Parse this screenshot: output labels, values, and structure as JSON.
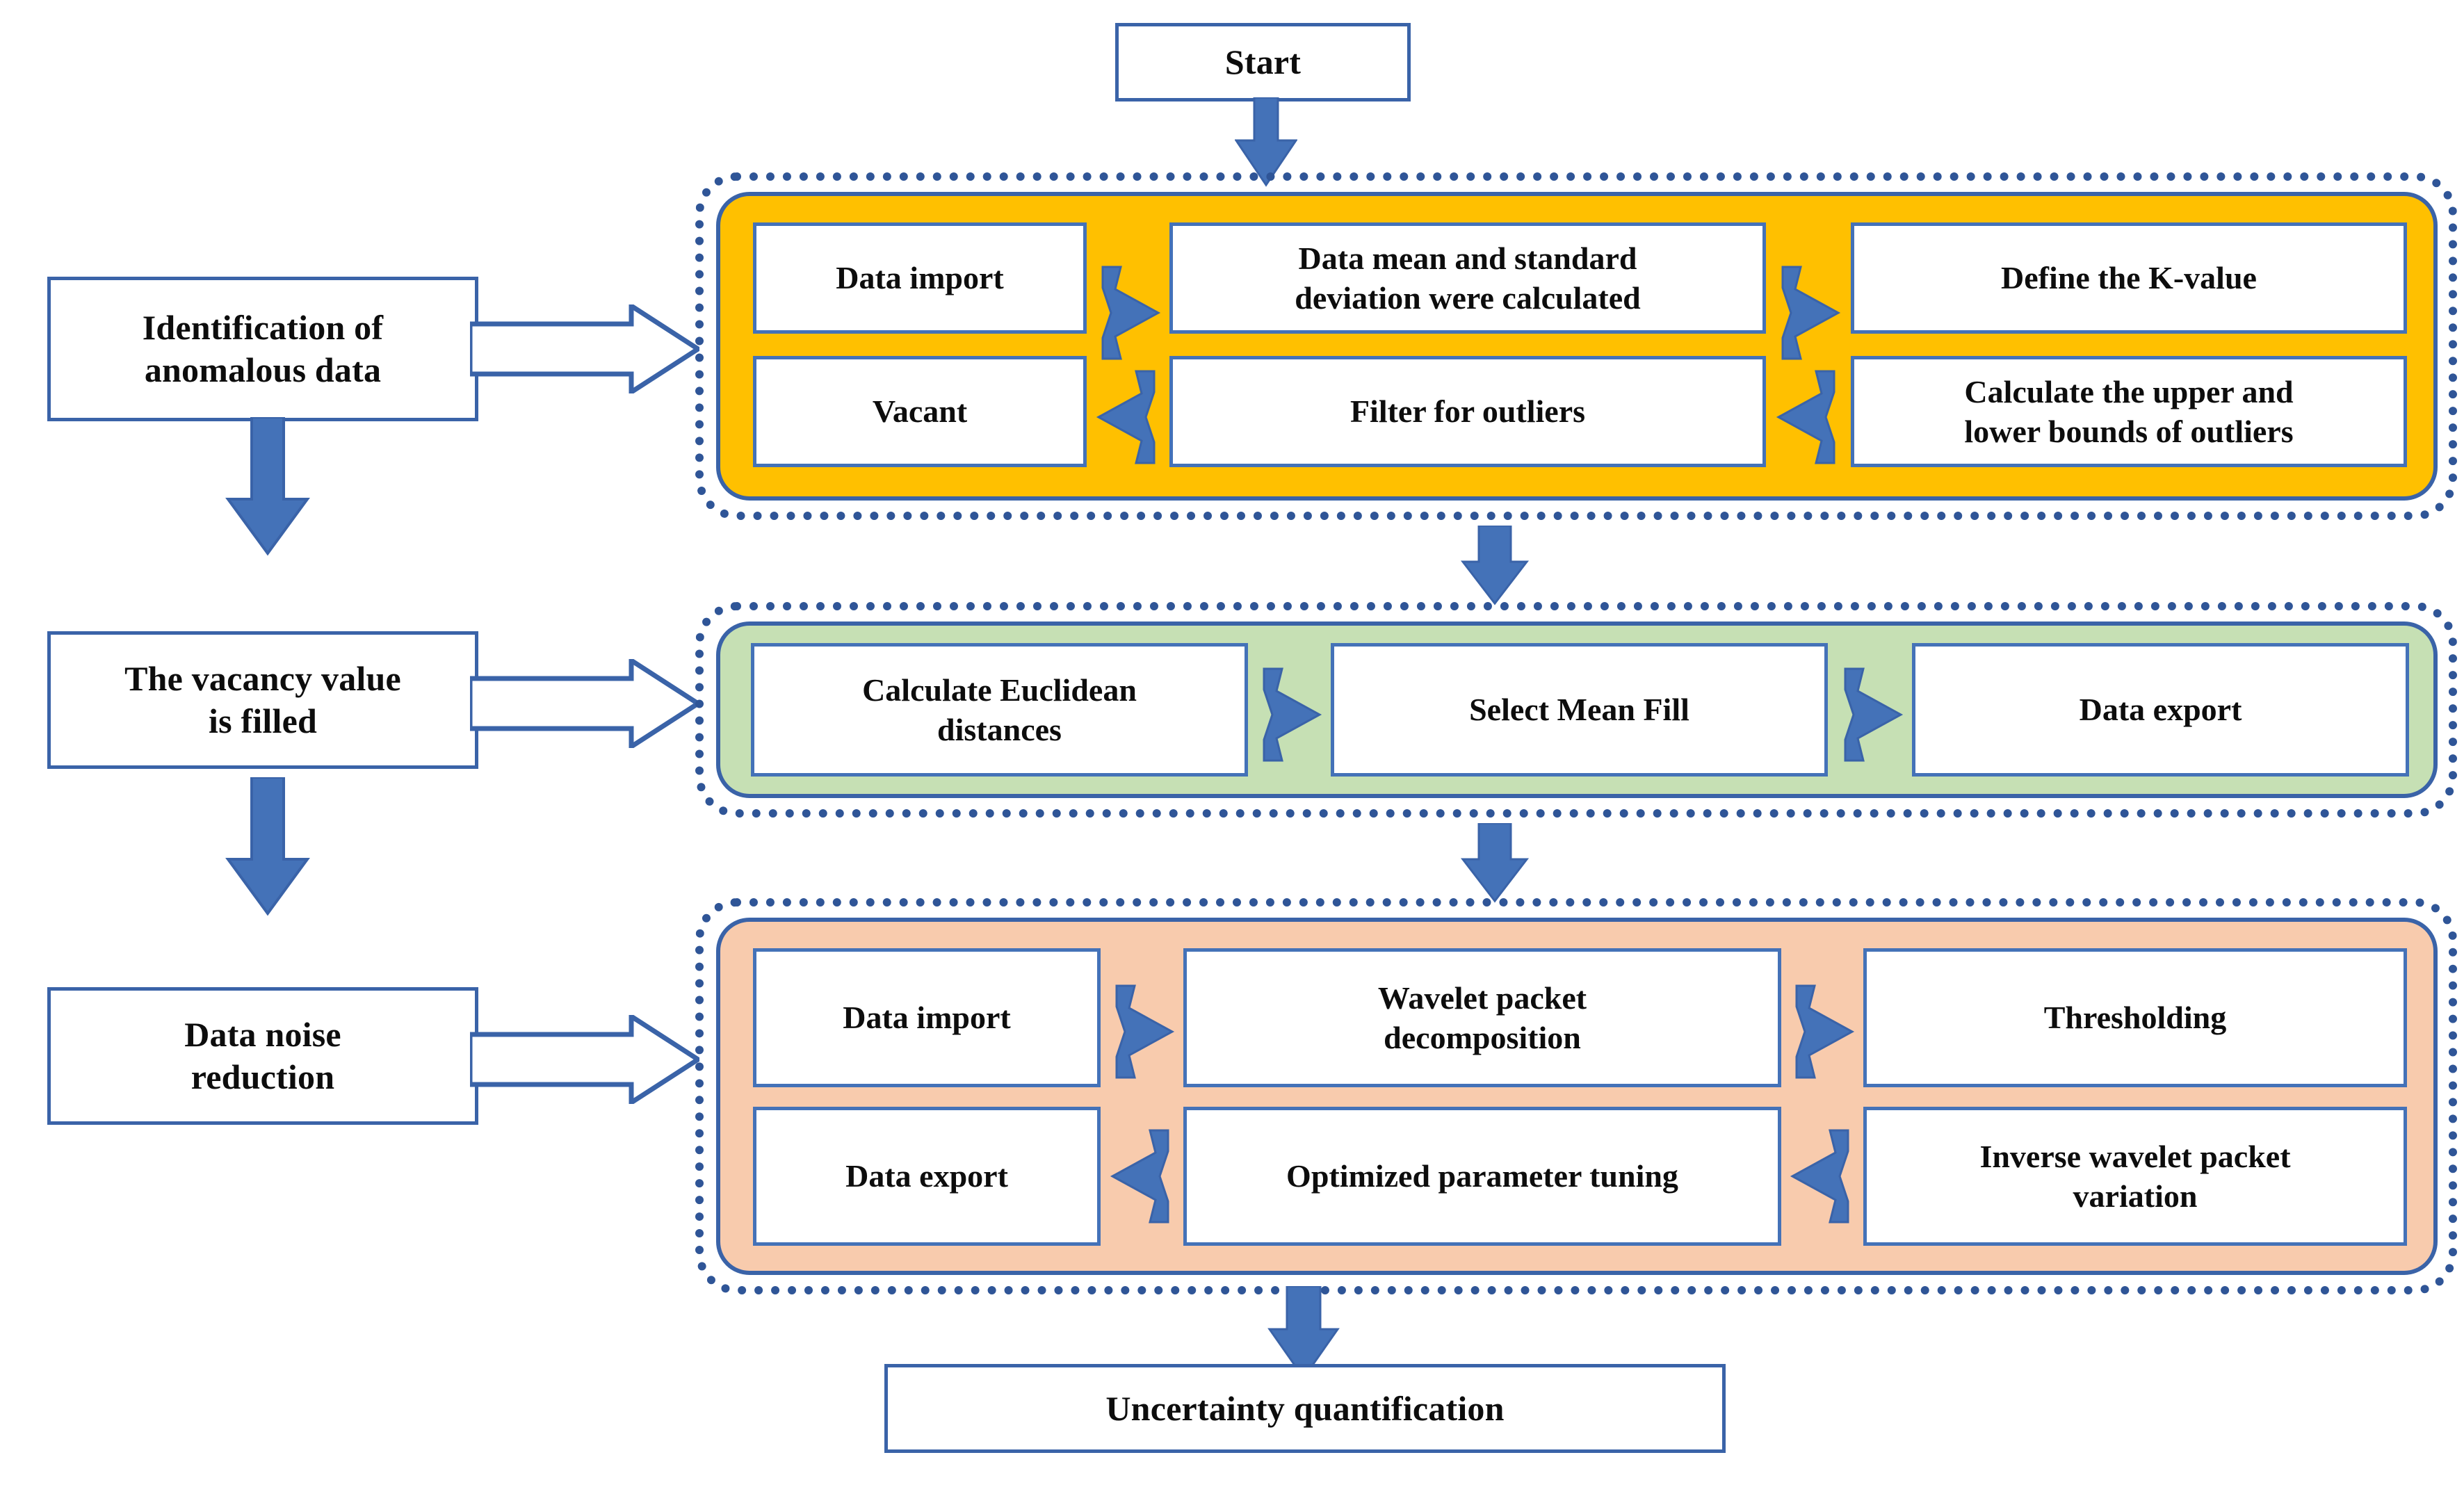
{
  "diagram": {
    "title": "Data preprocessing and uncertainty quantification flowchart",
    "colors": {
      "border_blue": "#3a63a8",
      "dotted_ring": "#2f5597",
      "arrow_blue": "#4472b8",
      "yellow_panel": "#FFC000",
      "green_panel": "#C6E0B4",
      "orange_panel": "#F8CBAD",
      "text": "#0d0d0d",
      "box_fill": "#ffffff"
    }
  },
  "start_node": {
    "label": "Start"
  },
  "end_node": {
    "label": "Uncertainty quantification"
  },
  "stage_labels": [
    {
      "id": "anomaly",
      "label": "Identification of anomalous data"
    },
    {
      "id": "vacancy",
      "label": "The vacancy value is filled"
    },
    {
      "id": "denoise",
      "label": "Data noise reduction"
    }
  ],
  "stage_label_lines": {
    "anomaly": [
      "Identification of",
      "anomalous data"
    ],
    "vacancy": [
      "The vacancy value",
      "is filled"
    ],
    "denoise": [
      "Data noise",
      "reduction"
    ]
  },
  "groups": [
    {
      "id": "anomaly-group",
      "color_name": "yellow",
      "rows": [
        {
          "direction": "right",
          "cells": [
            {
              "text": "Data import",
              "lines": [
                "Data import"
              ]
            },
            {
              "text": "Data mean and standard deviation were calculated",
              "lines": [
                "Data mean and standard",
                "deviation were calculated"
              ]
            },
            {
              "text": "Define the K-value",
              "lines": [
                "Define the K-value"
              ]
            }
          ]
        },
        {
          "direction": "left",
          "cells": [
            {
              "text": "Vacant",
              "lines": [
                "Vacant"
              ]
            },
            {
              "text": "Filter for outliers",
              "lines": [
                "Filter for outliers"
              ]
            },
            {
              "text": "Calculate the upper and lower bounds of outliers",
              "lines": [
                "Calculate the upper and",
                "lower bounds of outliers"
              ]
            }
          ]
        }
      ]
    },
    {
      "id": "vacancy-group",
      "color_name": "green",
      "rows": [
        {
          "direction": "right",
          "cells": [
            {
              "text": "Calculate Euclidean distances",
              "lines": [
                "Calculate Euclidean",
                "distances"
              ]
            },
            {
              "text": "Select Mean Fill",
              "lines": [
                "Select Mean Fill"
              ]
            },
            {
              "text": "Data export",
              "lines": [
                "Data export"
              ]
            }
          ]
        }
      ]
    },
    {
      "id": "denoise-group",
      "color_name": "orange",
      "rows": [
        {
          "direction": "right",
          "cells": [
            {
              "text": "Data import",
              "lines": [
                "Data import"
              ]
            },
            {
              "text": "Wavelet packet decomposition",
              "lines": [
                "Wavelet packet",
                "decomposition"
              ]
            },
            {
              "text": "Thresholding",
              "lines": [
                "Thresholding"
              ]
            }
          ]
        },
        {
          "direction": "left",
          "cells": [
            {
              "text": "Data export",
              "lines": [
                "Data export"
              ]
            },
            {
              "text": "Optimized parameter tuning",
              "lines": [
                "Optimized parameter tuning"
              ]
            },
            {
              "text": "Inverse wavelet packet variation",
              "lines": [
                "Inverse wavelet packet",
                "variation"
              ]
            }
          ]
        }
      ]
    }
  ],
  "connectors": {
    "start_to_anomaly": "down-arrow",
    "anomaly_to_vacancy": "down-arrow",
    "vacancy_to_denoise": "down-arrow",
    "denoise_to_end": "down-arrow",
    "anomaly_label_to_vacancy_label": "down-arrow",
    "vacancy_label_to_denoise_label": "down-arrow",
    "label_to_group": "outlined-block-arrow"
  }
}
